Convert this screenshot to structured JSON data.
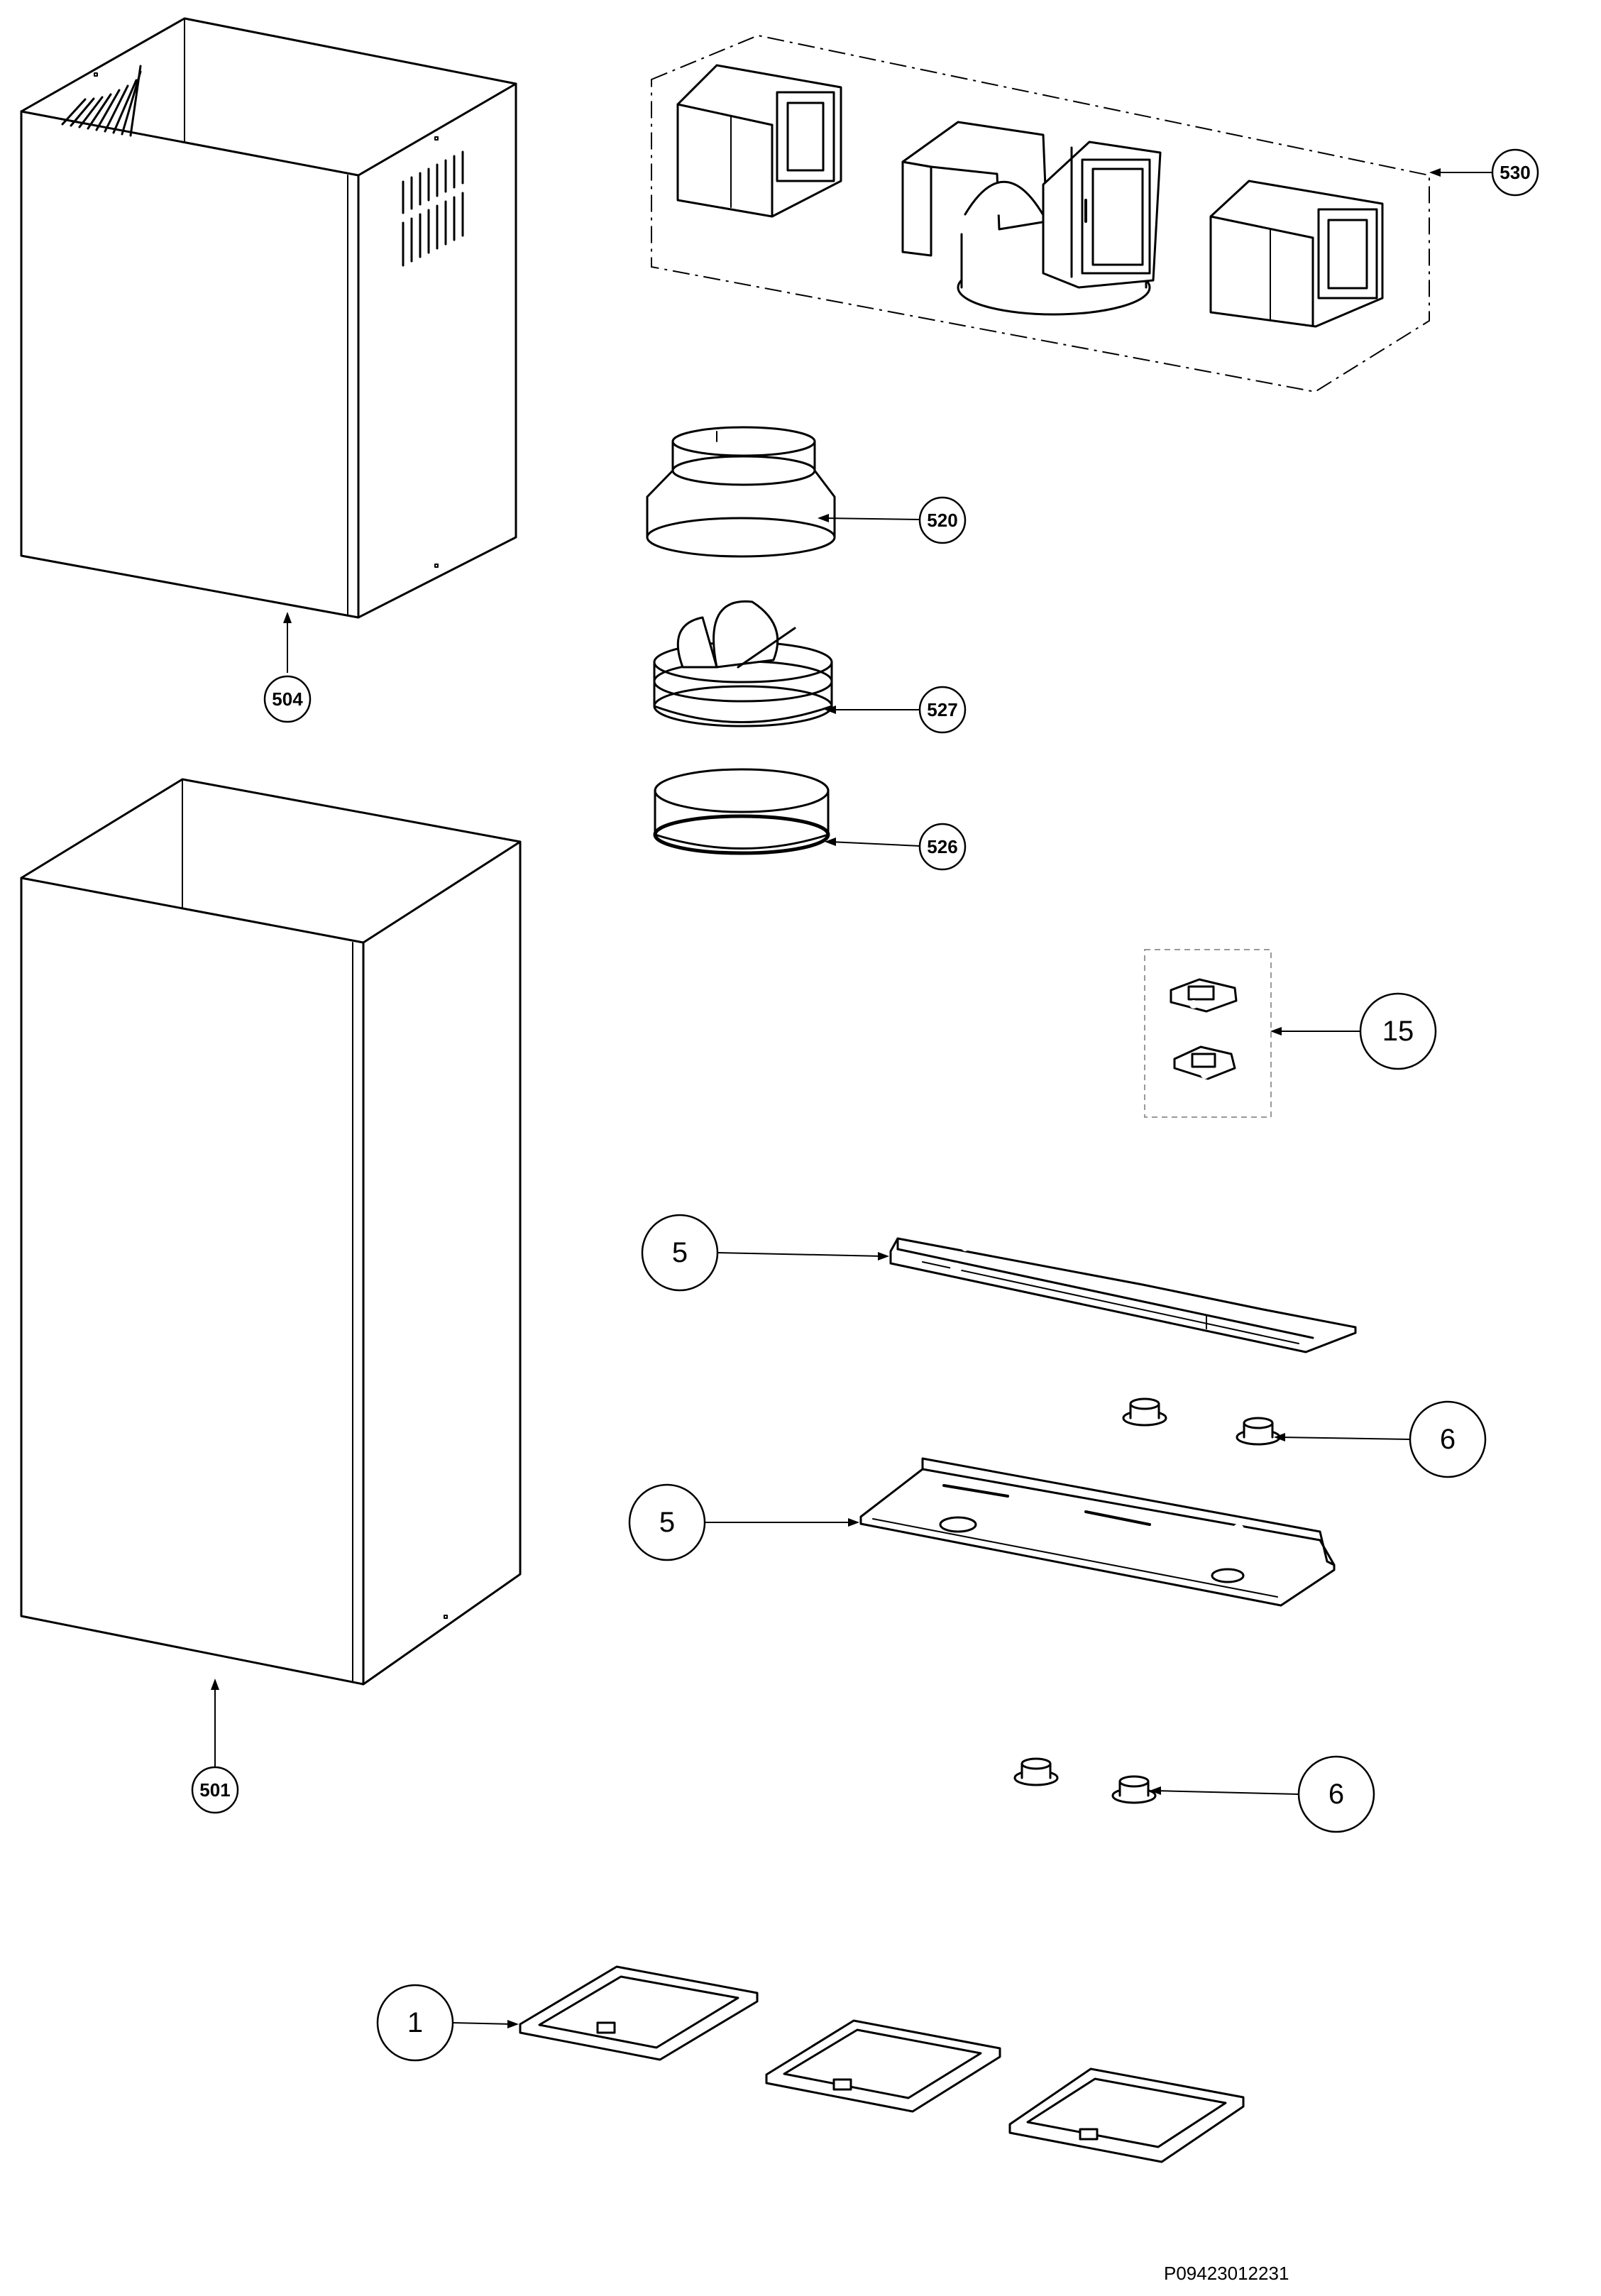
{
  "callouts": {
    "c504": "504",
    "c501": "501",
    "c530": "530",
    "c520": "520",
    "c527": "527",
    "c526": "526",
    "c15": "15",
    "c5_upper": "5",
    "c5_lower": "5",
    "c6_upper": "6",
    "c6_lower": "6",
    "c1": "1"
  },
  "document_code": "P09423012231",
  "colors": {
    "line": "#000000",
    "background": "#ffffff"
  }
}
